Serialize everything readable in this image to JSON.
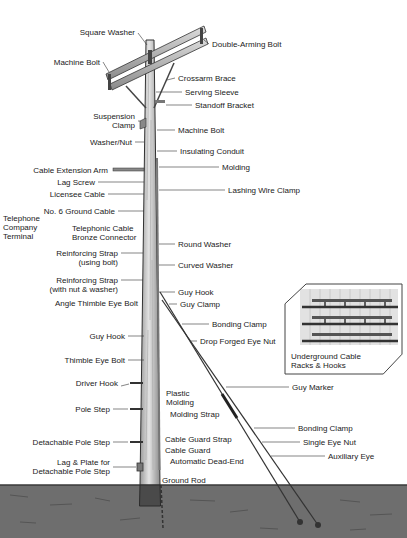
{
  "diagram": {
    "nodes": [
      {
        "text": [
          "Underground Cable Racks & Hooks"
        ]
      }
    ],
    "labels": [
      "Square Washer",
      "Double-Arming Bolt",
      "Machine Bolt",
      "Crossarm Brace",
      "Serving Sleeve",
      "Standoff Bracket",
      "Suspension Clamp",
      "Machine Bolt",
      "Washer/Nut",
      "Insulating Conduit",
      "Molding",
      "Cable Extension Arm",
      "Lag Screw",
      "Lashing Wire Clamp",
      "Licensee Cable",
      "No. 6 Ground Cable",
      "Telephone Company Terminal",
      "Telephonic Cable Bronze Connector",
      "Round Washer",
      "Reinforcing Strap (using bolt)",
      "Curved Washer",
      "Reinforcing Strap (with nut & washer)",
      "Guy Hook",
      "Angle Thimble Eye Bolt",
      "Guy Clamp",
      "Bonding Clamp",
      "Guy Hook",
      "Drop Forged Eye Nut",
      "Thimble Eye Bolt",
      "Driver Hook",
      "Guy Marker",
      "Plastic Molding",
      "Pole Step",
      "Molding Strap",
      "Bonding Clamp",
      "Cable Guard Strap",
      "Detachable Pole Step",
      "Single Eye Nut",
      "Cable Guard",
      "Auxiliary Eye",
      "Automatic Dead-End",
      "Lag & Plate for Detachable Pole Step",
      "Ground Rod"
    ]
  }
}
